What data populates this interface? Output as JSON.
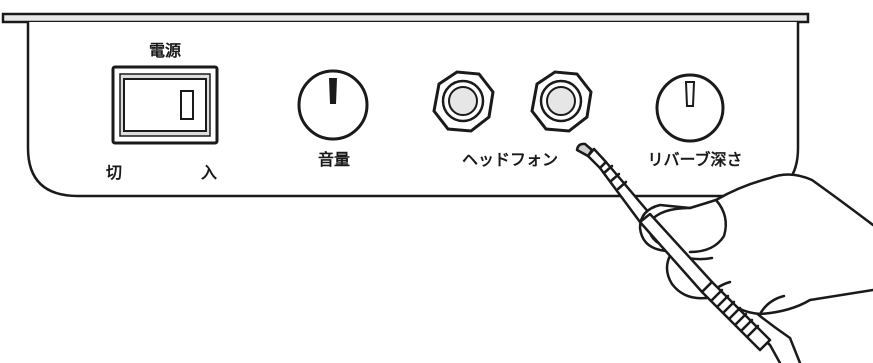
{
  "labels": {
    "power": "電源",
    "off": "切",
    "on": "入",
    "volume": "音量",
    "headphones": "ヘッドフォン",
    "reverb_depth": "リバーブ深さ"
  },
  "controls": {
    "power_switch_state": "off",
    "headphone_jacks": 2
  },
  "colors": {
    "line": "#1a1a1a",
    "background": "#ffffff",
    "jack_fill": "#e6e6e6",
    "shadow": "#cfcfcf"
  },
  "icons": {
    "power_switch": "rocker-switch-icon",
    "volume_knob": "knob-icon",
    "headphone_jack": "hex-jack-icon",
    "reverb_knob": "knob-icon",
    "hand": "hand-with-plug-icon"
  }
}
